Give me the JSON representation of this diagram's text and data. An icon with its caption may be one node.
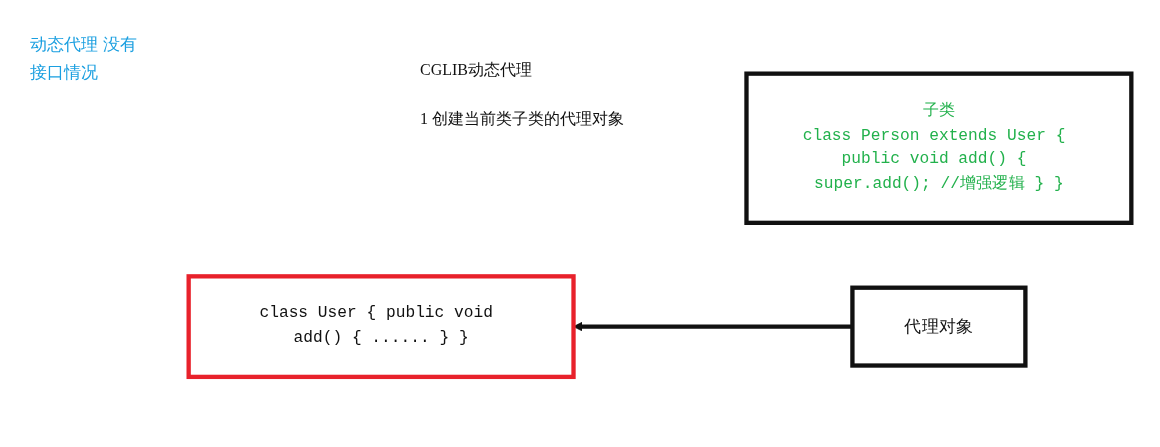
{
  "diagram": {
    "nodes": [
      {
        "text": [
          "class User { public void add() { ...... } }"
        ]
      },
      {
        "text": [
          "子类",
          "class Person extends User { public void add() { super.add(); //增强逻辑 } }"
        ]
      },
      {
        "text": [
          "代理对象"
        ]
      }
    ],
    "edges": [
      {
        "from": 2,
        "to": 0,
        "arrow": "to"
      }
    ],
    "labels": [
      "动态代理 没有接口情况",
      "CGLIB动态代理",
      "1 创建当前类子类的代理对象"
    ]
  }
}
